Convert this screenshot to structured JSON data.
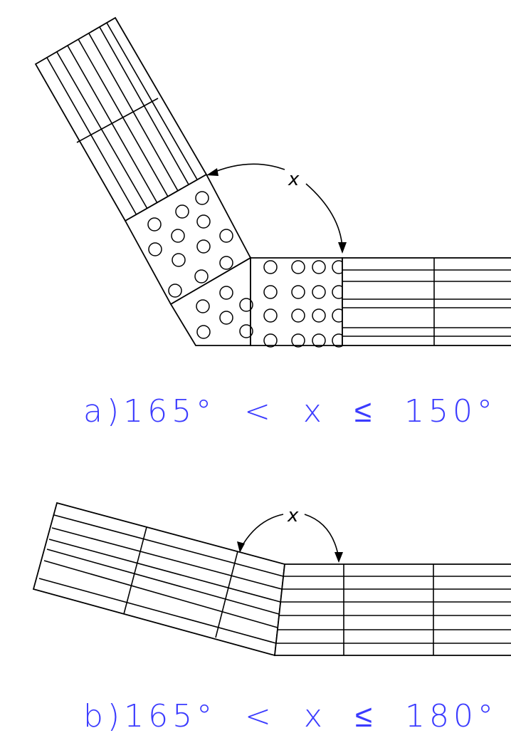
{
  "figure": {
    "a": {
      "caption": "a)165°  <  x  ≤  150°",
      "angle_label": "x"
    },
    "b": {
      "caption": "b)165°  <  x  ≤  180°",
      "angle_label": "x"
    }
  },
  "colors": {
    "caption": "#3b3bff",
    "line": "#000000"
  }
}
